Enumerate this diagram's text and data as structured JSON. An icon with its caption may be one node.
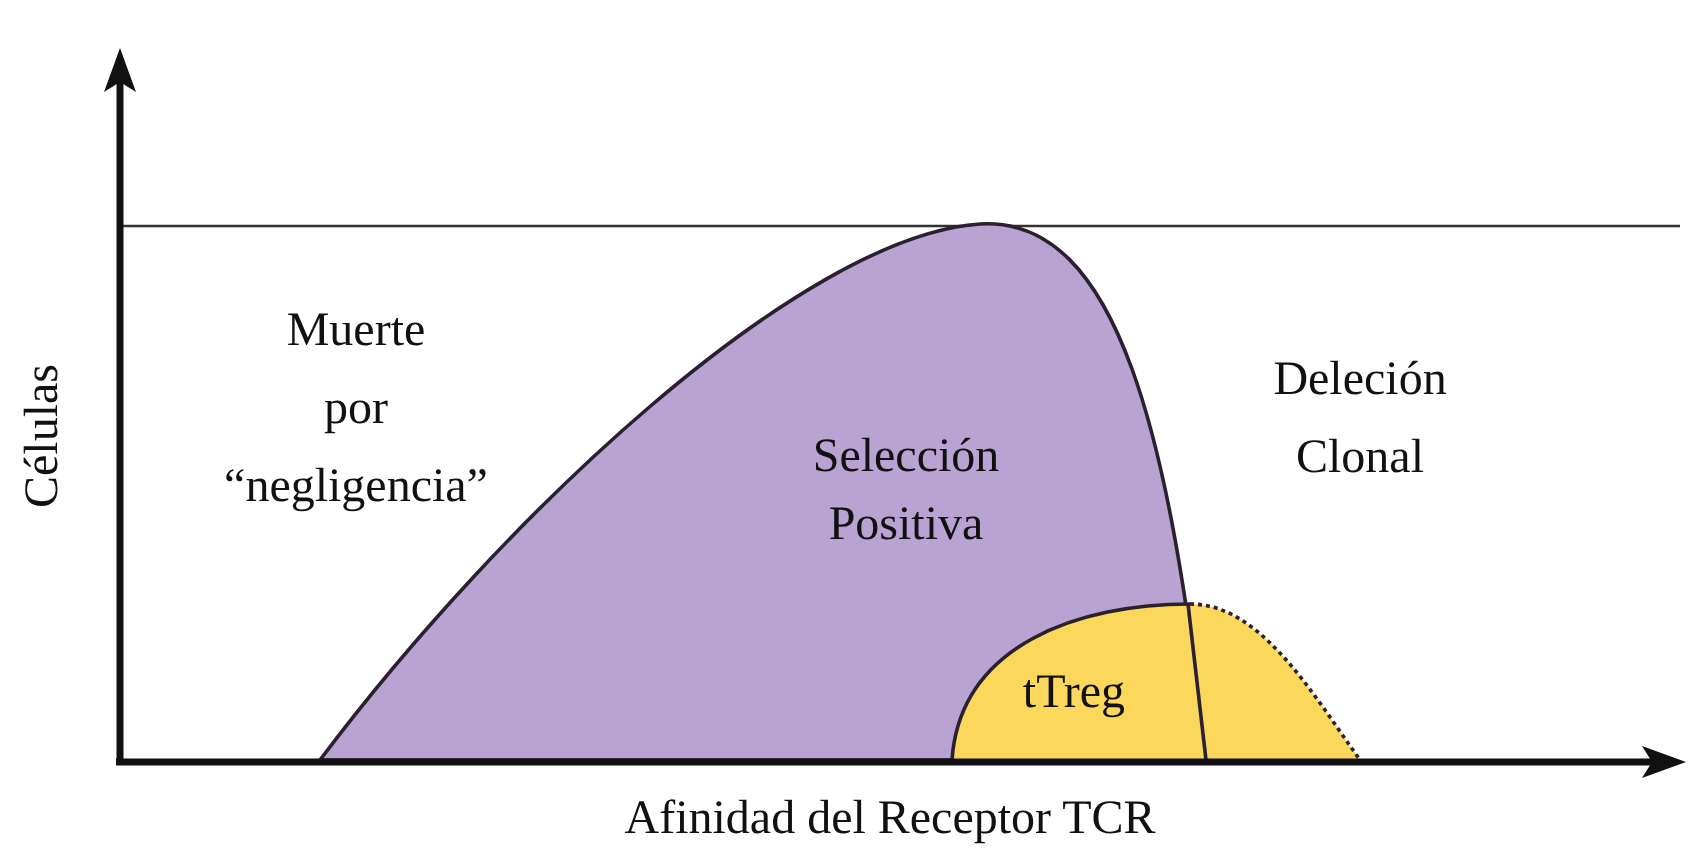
{
  "diagram": {
    "labels": [
      "Células",
      "Muerte por “negligencia”",
      "Selección Positiva",
      "Deleción Clonal",
      "tTreg",
      "Afinidad del Receptor TCR"
    ]
  }
}
